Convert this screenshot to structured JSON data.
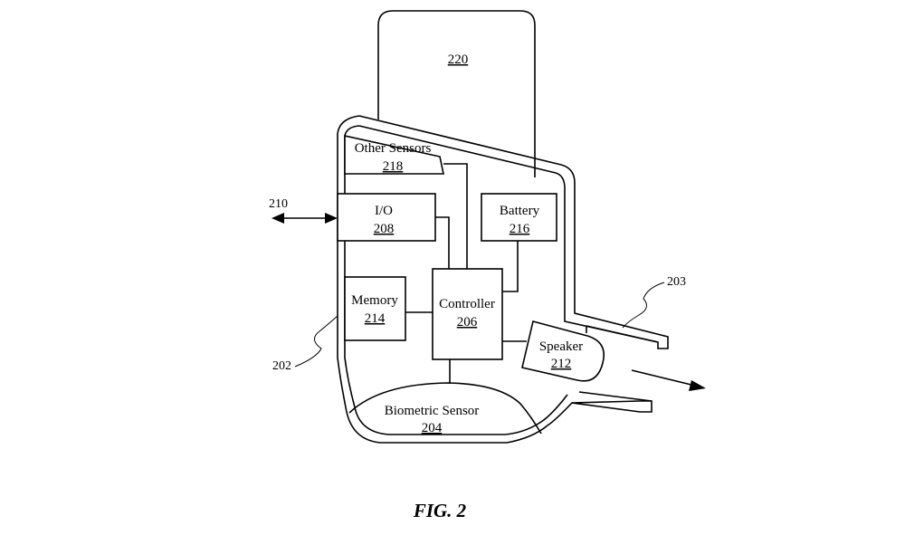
{
  "figure": {
    "caption": "FIG. 2",
    "band": {
      "number": "220"
    },
    "blocks": {
      "other_sensors": {
        "label": "Other Sensors",
        "number": "218"
      },
      "io": {
        "label": "I/O",
        "number": "208"
      },
      "battery": {
        "label": "Battery",
        "number": "216"
      },
      "memory": {
        "label": "Memory",
        "number": "214"
      },
      "controller": {
        "label": "Controller",
        "number": "206"
      },
      "speaker": {
        "label": "Speaker",
        "number": "212"
      },
      "biometric_sensor": {
        "label": "Biometric Sensor",
        "number": "204"
      }
    },
    "references": {
      "io_port": "210",
      "housing": "202",
      "output": "203"
    }
  }
}
